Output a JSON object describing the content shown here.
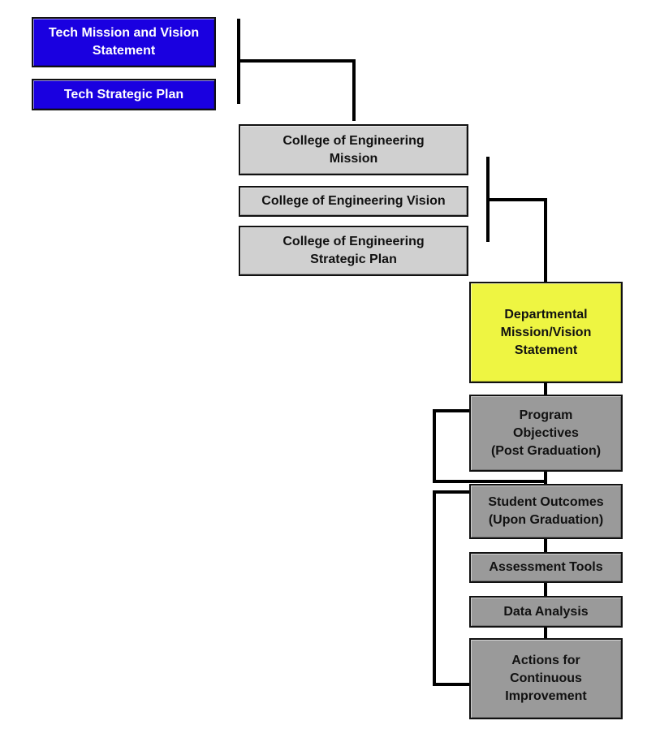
{
  "diagram": {
    "colors": {
      "institution": "#1a00e0",
      "college": "#d0d0d0",
      "department": "#eef542",
      "program": "#9a9a9a",
      "connector": "#000000"
    },
    "institution": {
      "mission_vision": "Tech Mission and Vision\nStatement",
      "strategic_plan": "Tech Strategic Plan"
    },
    "college": {
      "mission": "College of Engineering\nMission",
      "vision": "College of Engineering Vision",
      "strategic_plan": "College of Engineering\nStrategic Plan"
    },
    "department": {
      "mission_vision": "Departmental\nMission/Vision\nStatement"
    },
    "program": {
      "objectives": "Program\nObjectives\n(Post Graduation)",
      "student_outcomes": "Student Outcomes\n(Upon Graduation)",
      "assessment_tools": "Assessment Tools",
      "data_analysis": "Data Analysis",
      "actions": "Actions for\nContinuous\nImprovement"
    }
  }
}
